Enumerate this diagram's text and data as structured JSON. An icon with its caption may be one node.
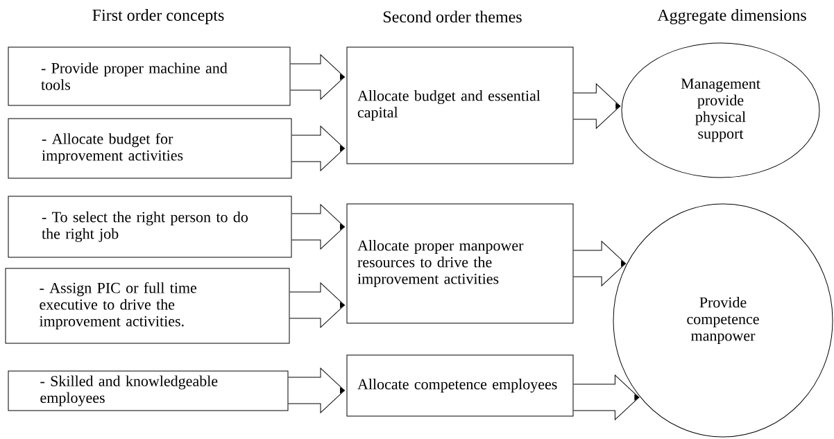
{
  "diagram": {
    "nodes": [
      {
        "text": [
          "- Provide proper machine and tools"
        ]
      },
      {
        "text": [
          "- Allocate budget for improvement activities"
        ]
      },
      {
        "text": [
          "- To select the right person to do the right job"
        ]
      },
      {
        "text": [
          "- Assign PIC or full time executive to drive the improvement activities."
        ]
      },
      {
        "text": [
          "- Skilled and knowledgeable employees"
        ]
      },
      {
        "text": [
          "Allocate budget and essential capital"
        ]
      },
      {
        "text": [
          "Allocate proper manpower resources to drive the improvement activities"
        ]
      },
      {
        "text": [
          "Allocate competence employees"
        ]
      },
      {
        "text": [
          "Management provide physical support"
        ]
      },
      {
        "text": [
          "Provide competence manpower"
        ]
      }
    ],
    "edges": [
      {
        "from": 0,
        "to": 5,
        "arrow": "to"
      },
      {
        "from": 1,
        "to": 5,
        "arrow": "to"
      },
      {
        "from": 2,
        "to": 6,
        "arrow": "to"
      },
      {
        "from": 3,
        "to": 6,
        "arrow": "to"
      },
      {
        "from": 4,
        "to": 7,
        "arrow": "to"
      },
      {
        "from": 5,
        "to": 8,
        "arrow": "to"
      },
      {
        "from": 6,
        "to": 9,
        "arrow": "to"
      },
      {
        "from": 7,
        "to": 9,
        "arrow": "to"
      }
    ],
    "labels": [
      "First order concepts",
      "Second order themes",
      "Aggregate dimensions"
    ]
  }
}
